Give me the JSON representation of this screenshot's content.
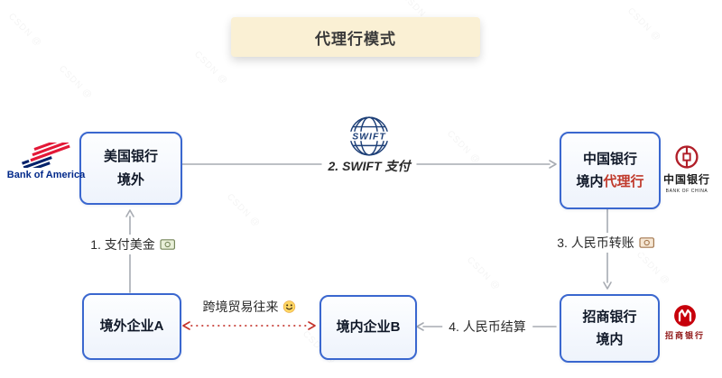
{
  "title": "代理行模式",
  "watermark": {
    "text": "CSDN @"
  },
  "nodes": {
    "us_bank": {
      "line1": "美国银行",
      "line2": "境外"
    },
    "cn_bank": {
      "line1": "中国银行",
      "line2_prefix": "境内",
      "line2_highlight": "代理行"
    },
    "cmb_bank": {
      "line1": "招商银行",
      "line2": "境内"
    },
    "company_a": {
      "label": "境外企业A"
    },
    "company_b": {
      "label": "境内企业B"
    }
  },
  "logos": {
    "boa": {
      "label": "Bank of America"
    },
    "boc": {
      "label_cn": "中国银行",
      "label_en": "BANK OF CHINA"
    },
    "cmb": {
      "label_cn": "招商银行"
    }
  },
  "swift": {
    "label": "SWIFT"
  },
  "edges": {
    "step1": {
      "label": "1. 支付美金",
      "icon": "dollar-banknote"
    },
    "step2": {
      "label": "2. SWIFT 支付"
    },
    "step3": {
      "label": "3. 人民币转账",
      "icon": "yen-banknote"
    },
    "step4": {
      "label": "4. 人民币结算"
    },
    "trade": {
      "label": "跨境贸易往来",
      "icon": "smiling-face"
    }
  },
  "colors": {
    "node_border": "#3a67cf",
    "highlight_red": "#c0392b",
    "title_bg": "#faf0d4",
    "arrow_gray": "#a7abb2",
    "dotted_red": "#c4332b",
    "boa_blue": "#012169",
    "boa_red": "#E31837",
    "boc_red": "#B11F29",
    "cmb_red": "#C7000B",
    "swift_navy": "#1d3f77"
  }
}
